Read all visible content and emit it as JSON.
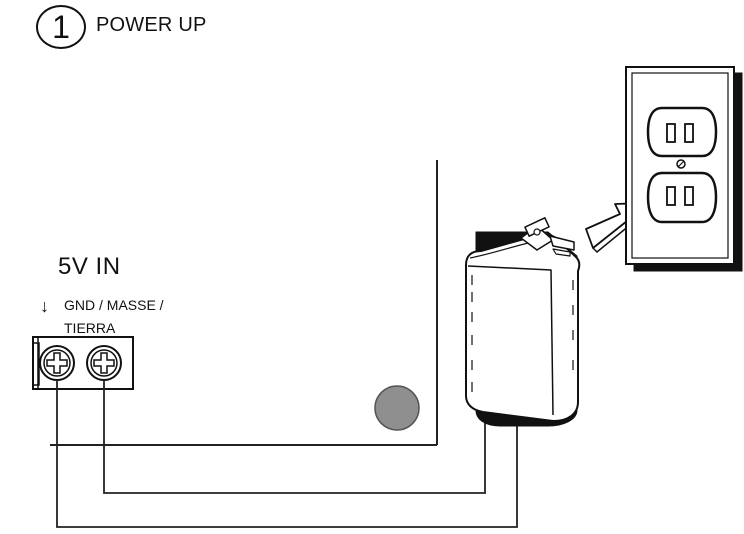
{
  "step": {
    "number": "1",
    "title": "POWER UP"
  },
  "connector": {
    "title": "5V IN",
    "ground_label_line1": "GND / MASSE /",
    "ground_label_line2": "TIERRA",
    "arrow_glyph": "↓"
  },
  "icons": {
    "terminal_screw": "screw-plus-icon",
    "outlet": "duplex-outlet-icon",
    "adapter": "wall-power-adapter-icon",
    "plug_direction": "right-arrow-icon"
  }
}
